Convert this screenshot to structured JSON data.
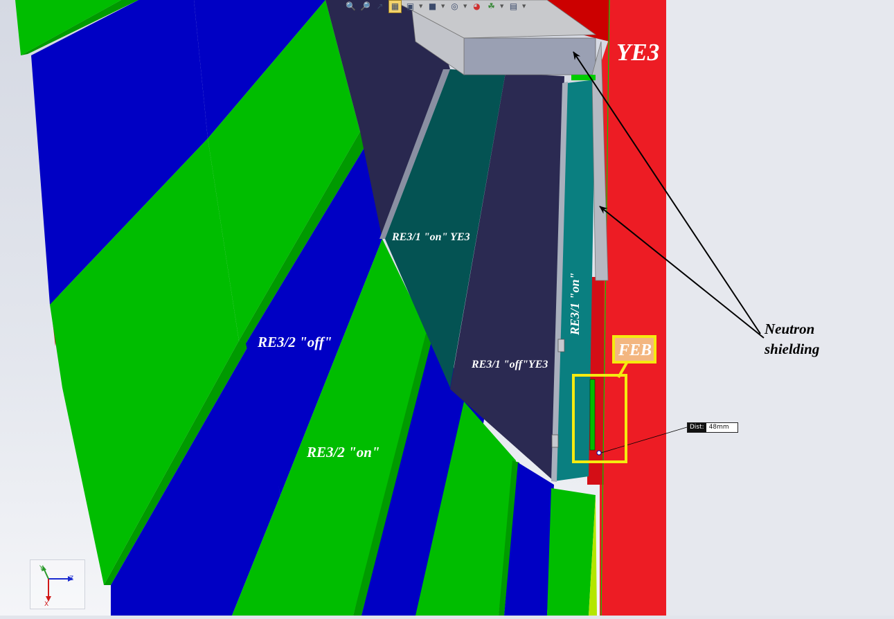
{
  "labels": {
    "ye3": "YE3",
    "re31_on_ye3": "RE3/1 \"on\" YE3",
    "re32_off": "RE3/2 \"off\"",
    "re31_off_ye3": "RE3/1 \"off\"YE3",
    "re31_on": "RE3/1 \"on\"",
    "re32_on": "RE3/2 \"on\"",
    "feb": "FEB",
    "neutron_line1": "Neutron",
    "neutron_line2": "shielding"
  },
  "measurement": {
    "label": "Dist:",
    "value": "48mm"
  },
  "triad": {
    "y": "Y",
    "z": "Z",
    "x": "X"
  },
  "toolbar": {
    "icons": [
      "zoom-to-fit-icon",
      "zoom-area-icon",
      "previous-view-icon",
      "section-view-icon",
      "view-orientation-icon",
      "display-style-icon",
      "hide-show-icon",
      "appearance-icon",
      "scene-icon",
      "view-settings-icon"
    ]
  },
  "colors": {
    "green": "#00bd00",
    "blue": "#0000c4",
    "navy": "#2b2a52",
    "teal": "#035251",
    "cyan": "#0a7f80",
    "red": "#ed1c24",
    "feb_highlight": "#f5ea10",
    "feb_fill": "#f3b680"
  }
}
